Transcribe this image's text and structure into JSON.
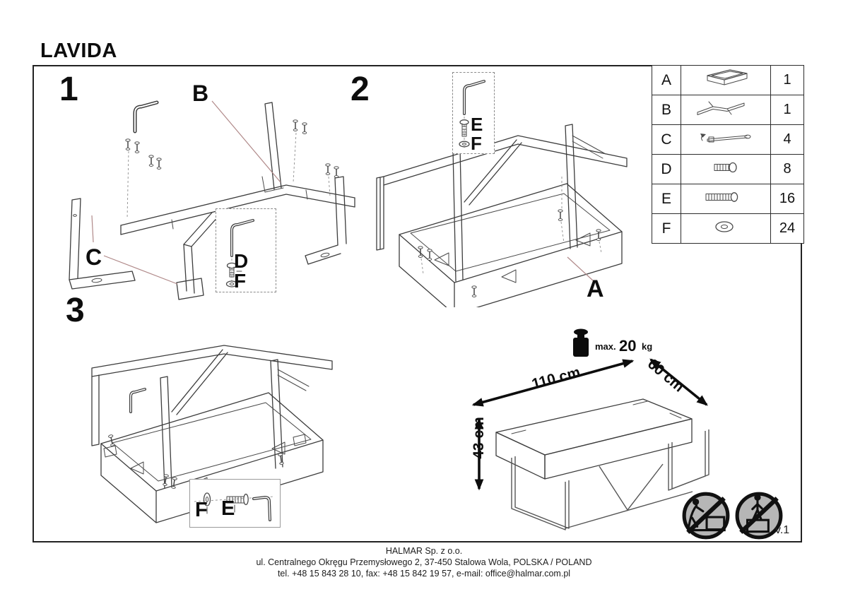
{
  "title": "LAVIDA",
  "version": "v.1",
  "steps": {
    "step1": {
      "number": "1",
      "label_b": "B",
      "label_c": "C",
      "inset_screw": "D",
      "inset_washer": "F"
    },
    "step2": {
      "number": "2",
      "label_a": "A",
      "inset_screw": "E",
      "inset_washer": "F"
    },
    "step3": {
      "number": "3",
      "inset_washer": "F",
      "inset_screw": "E"
    }
  },
  "parts_table": {
    "rows": [
      {
        "letter": "A",
        "icon": "tabletop-tray-icon",
        "qty": "1"
      },
      {
        "letter": "B",
        "icon": "frame-crossbar-icon",
        "qty": "1"
      },
      {
        "letter": "C",
        "icon": "mounting-rod-icon",
        "qty": "4"
      },
      {
        "letter": "D",
        "icon": "short-screw-icon",
        "qty": "8"
      },
      {
        "letter": "E",
        "icon": "long-screw-icon",
        "qty": "16"
      },
      {
        "letter": "F",
        "icon": "washer-icon",
        "qty": "24"
      }
    ]
  },
  "max_load": {
    "prefix": "max.",
    "value": "20",
    "unit": "kg"
  },
  "dimensions": {
    "length": "110 cm",
    "depth": "60 cm",
    "height": "43 cm"
  },
  "warnings": {
    "icons": [
      "do-not-climb-icon",
      "do-not-stand-icon"
    ]
  },
  "footer": {
    "company": "HALMAR Sp. z o.o.",
    "address": "ul. Centralnego Okręgu Przemysłowego 2, 37-450 Stalowa Wola, POLSKA / POLAND",
    "contact": "tel. +48 15 843 28 10, fax: +48 15 842 19 57, e-mail: office@halmar.com.pl"
  }
}
